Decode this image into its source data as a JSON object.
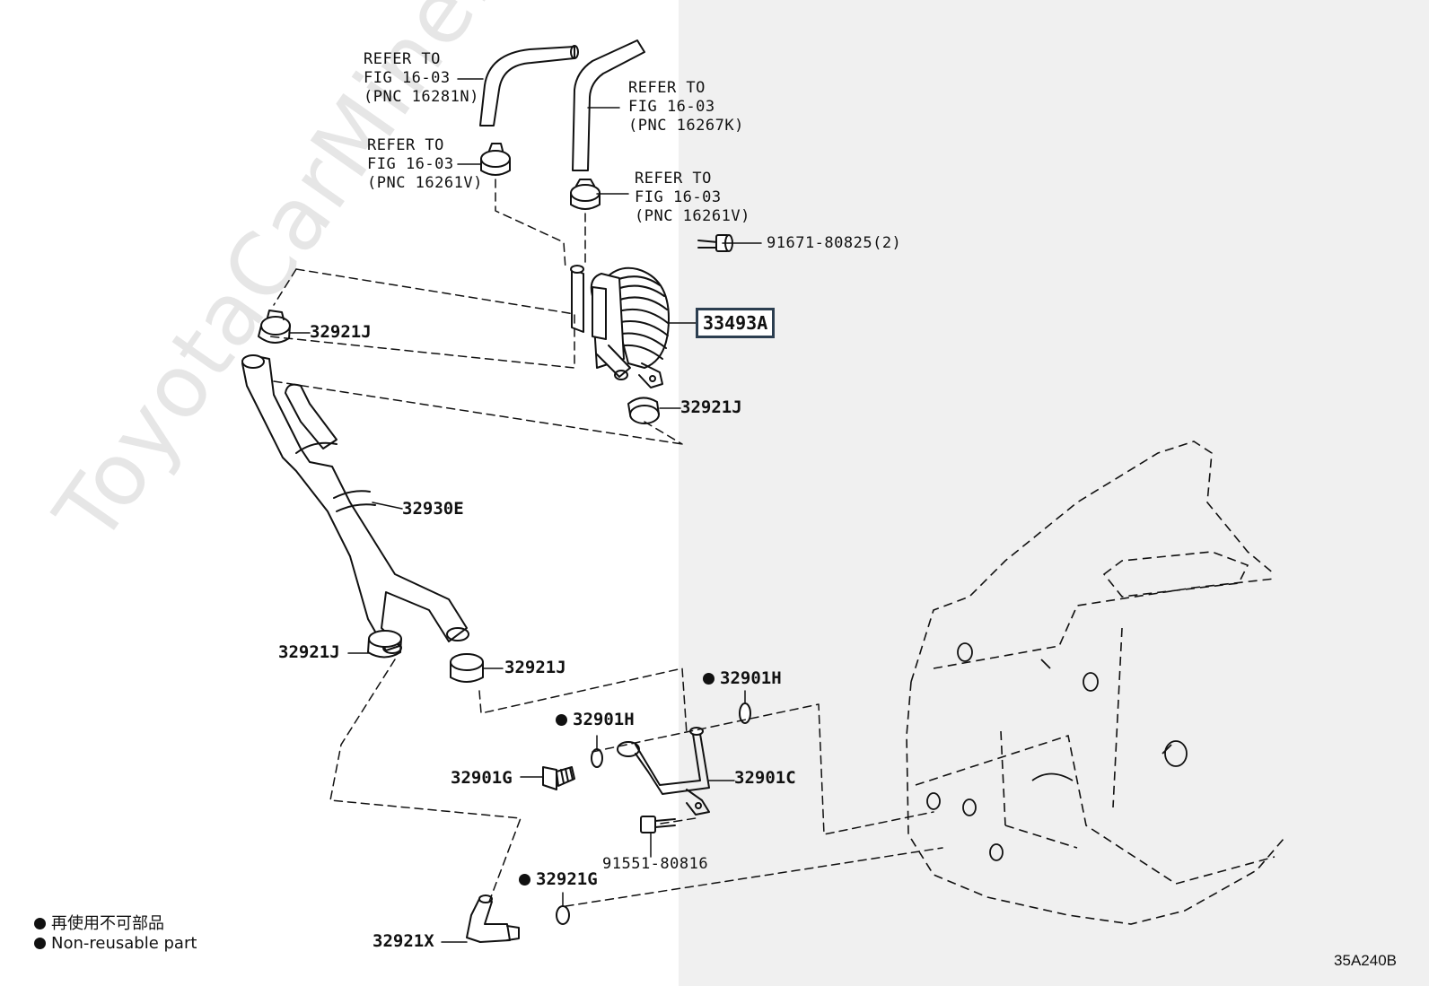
{
  "watermark": "ToyotaCarMine.ru",
  "labels": {
    "ref1": "REFER TO\nFIG 16-03\n(PNC 16281N)",
    "ref2": "REFER TO\nFIG 16-03\n(PNC 16267K)",
    "ref3": "REFER TO\nFIG 16-03\n(PNC 16261V)",
    "ref4": "REFER TO\nFIG 16-03\n(PNC 16261V)",
    "bolt_top": "91671-80825(2)",
    "cooler": "33493A",
    "clamp_a": "32921J",
    "clamp_b": "32921J",
    "hose": "32930E",
    "clamp_c": "32921J",
    "clamp_d": "32921J",
    "gasket_h1": "32901H",
    "gasket_h2": "32901H",
    "union_bolt": "32901G",
    "pipe": "32901C",
    "bolt_bottom": "91551-80816",
    "oring": "32921G",
    "fitting": "32921X"
  },
  "legend": {
    "line_jp": "再使用不可部品",
    "line_en": "Non-reusable part"
  },
  "diagram_code": "35A240B"
}
